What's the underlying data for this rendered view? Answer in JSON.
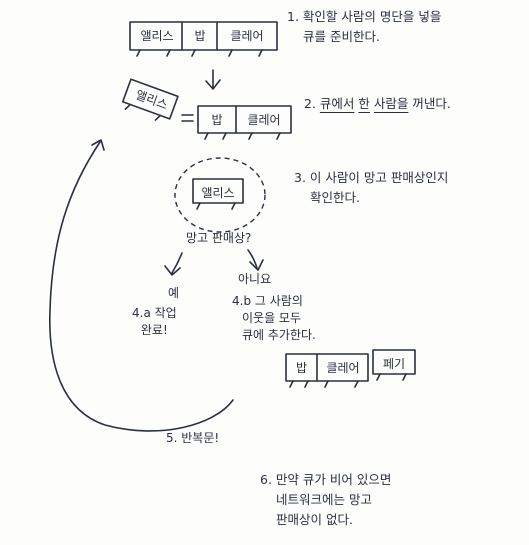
{
  "queue_initial": [
    "앨리스",
    "밥",
    "클레어"
  ],
  "dequeued_person": "앨리스",
  "queue_remaining": [
    "밥",
    "클레어"
  ],
  "queue_after_add": [
    "밥",
    "클레어",
    "페기"
  ],
  "checked_person": "앨리스",
  "steps": {
    "step1": [
      "1. 확인할 사람의 명단을 넣을",
      "큐를 준비한다."
    ],
    "step2_parts": [
      "2. ",
      "큐에서",
      " ",
      "한",
      " ",
      "사람을",
      " 꺼낸다."
    ],
    "step3": [
      "3. 이 사람이 망고 판매상인지",
      "확인한다."
    ],
    "step4a": [
      "4.a 작업",
      "완료!"
    ],
    "step4b": [
      "4.b 그 사람의",
      "이웃을 모두",
      "큐에 추가한다."
    ],
    "step5": "5. 반복문!",
    "step6": [
      "6. 만약 큐가 비어 있으면",
      "네트워크에는 망고",
      "판매상이 없다."
    ]
  },
  "decision": {
    "question": "망고 판매상?",
    "yes": "예",
    "no": "아니요"
  }
}
